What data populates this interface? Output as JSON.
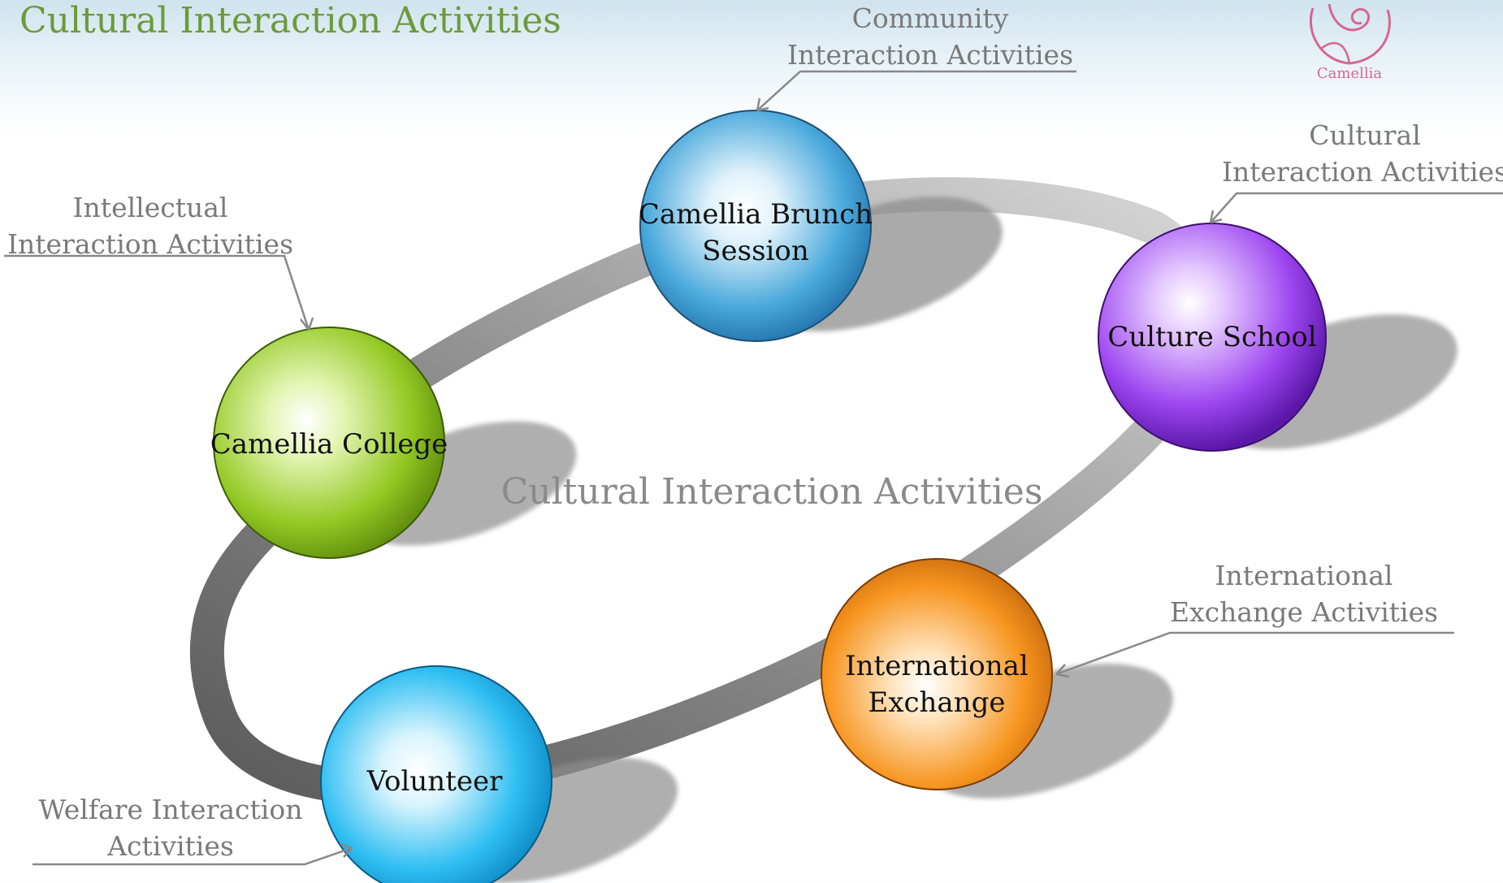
{
  "page": {
    "title": "Cultural Interaction Activities"
  },
  "logo": {
    "text": "Camellia",
    "icon": "camellia-flower-icon",
    "color": "#d8668f"
  },
  "center_label": "Cultural Interaction Activities",
  "nodes": [
    {
      "id": "brunch",
      "lines": [
        "Camellia Brunch",
        "Session"
      ],
      "color": "#3a9fd8"
    },
    {
      "id": "culture",
      "lines": [
        "Culture School"
      ],
      "color": "#9a3fe8"
    },
    {
      "id": "college",
      "lines": [
        "Camellia College"
      ],
      "color": "#8cc21f"
    },
    {
      "id": "international",
      "lines": [
        "International",
        "Exchange"
      ],
      "color": "#f7931e"
    },
    {
      "id": "volunteer",
      "lines": [
        "Volunteer"
      ],
      "color": "#1fb8f0"
    }
  ],
  "callouts": [
    {
      "id": "community",
      "lines": [
        "Community",
        "Interaction Activities"
      ]
    },
    {
      "id": "cultural",
      "lines": [
        "Cultural",
        "Interaction Activities"
      ]
    },
    {
      "id": "intellectual",
      "lines": [
        "Intellectual",
        "Interaction Activities"
      ]
    },
    {
      "id": "international",
      "lines": [
        "International",
        "Exchange Activities"
      ]
    },
    {
      "id": "welfare",
      "lines": [
        "Welfare Interaction",
        "Activities"
      ]
    }
  ]
}
